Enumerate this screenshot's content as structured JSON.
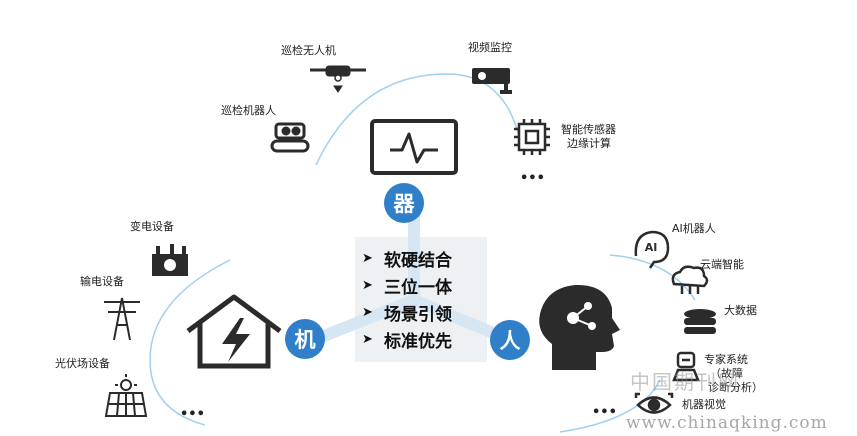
{
  "hub": {
    "device": "器",
    "machine": "机",
    "person": "人"
  },
  "center_items": [
    "软硬结合",
    "三位一体",
    "场景引领",
    "标准优先"
  ],
  "device_group": {
    "items": [
      {
        "label": "巡检无人机",
        "icon": "drone-icon"
      },
      {
        "label": "视频监控",
        "icon": "camera-icon"
      },
      {
        "label": "巡检机器人",
        "icon": "robot-icon"
      },
      {
        "label_lines": [
          "智能传感器",
          "边缘计算"
        ],
        "icon": "chip-icon"
      }
    ],
    "more": "•••"
  },
  "machine_group": {
    "items": [
      {
        "label": "变电设备",
        "icon": "transformer-icon"
      },
      {
        "label": "输电设备",
        "icon": "tower-icon"
      },
      {
        "label": "光伏场设备",
        "icon": "solar-panel-icon"
      }
    ],
    "more": "•••"
  },
  "person_group": {
    "items": [
      {
        "label": "AI机器人",
        "icon": "ai-head-icon"
      },
      {
        "label": "云端智能",
        "icon": "cloud-icon"
      },
      {
        "label": "大数据",
        "icon": "database-icon"
      },
      {
        "label_lines": [
          "专家系统",
          "（故障",
          "诊断分析）"
        ],
        "icon": "expert-icon"
      },
      {
        "label": "机器视觉",
        "icon": "eye-icon"
      }
    ],
    "more": "•••"
  },
  "colors": {
    "accent_blue": "#2f7fc9",
    "arc_blue": "#9fd0ef",
    "spoke": "#d6e6f2",
    "icon_dark": "#2b2b2b"
  },
  "watermark": {
    "chinese": "中国期刊网",
    "url": "www.chinaqking.com"
  }
}
